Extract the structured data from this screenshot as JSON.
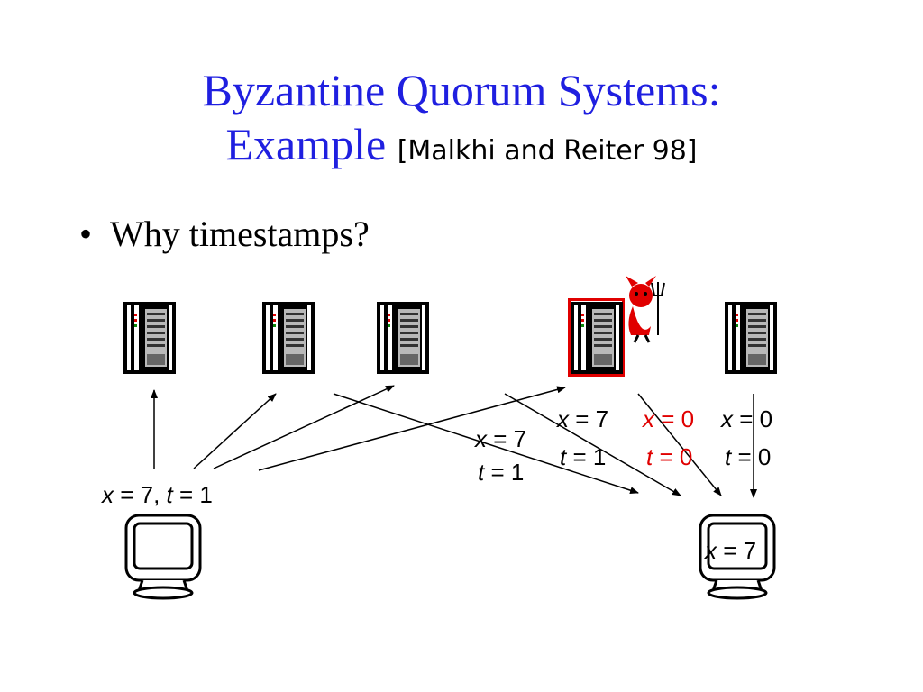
{
  "slide": {
    "title_line1": "Byzantine Quorum Systems:",
    "title_line2": "Example",
    "reference": "[Malkhi and Reiter 98]",
    "bullet": "Why timestamps?"
  },
  "diagram": {
    "client_write_label": {
      "var": "x",
      "eq1": " = 7, ",
      "tvar": "t",
      "eq2": " = 1"
    },
    "server_replies": [
      {
        "x_var": "x",
        "x_val": " = 7",
        "t_var": "t",
        "t_val": " = 1",
        "color": "#000000"
      },
      {
        "x_var": "x",
        "x_val": " = 7",
        "t_var": "t",
        "t_val": " = 1",
        "color": "#000000"
      },
      {
        "x_var": "x",
        "x_val": " = 0",
        "t_var": "t",
        "t_val": " = 0",
        "color": "#e00000"
      },
      {
        "x_var": "x",
        "x_val": " = 0",
        "t_var": "t",
        "t_val": " = 0",
        "color": "#000000"
      }
    ],
    "reader_result": {
      "var": "x",
      "val": " = 7"
    },
    "icons": [
      "server-icon",
      "server-icon",
      "server-icon",
      "faulty-server-icon",
      "server-icon",
      "devil-icon",
      "client-monitor-icon",
      "reader-monitor-icon"
    ]
  }
}
